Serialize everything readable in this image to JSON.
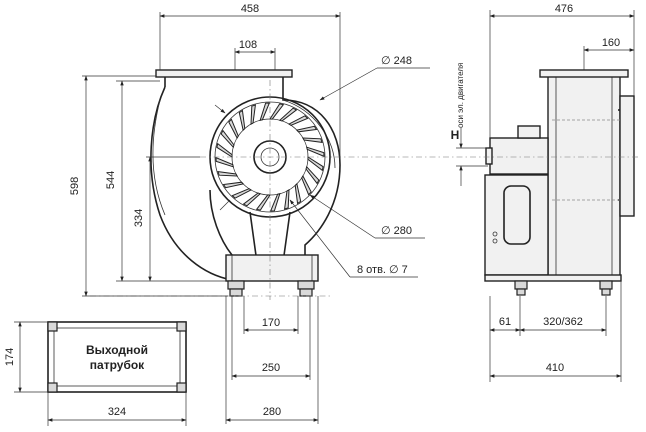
{
  "dimensions": {
    "front_width": "458",
    "inlet_width": "108",
    "diameter_248": "∅ 248",
    "overall_height": "598",
    "height_544": "544",
    "axis_height": "334",
    "diameter_280": "∅ 280",
    "holes": "8 отв. ∅ 7",
    "base_170": "170",
    "base_250": "250",
    "base_280": "280",
    "side_width": "476",
    "side_outlet": "160",
    "side_61": "61",
    "side_320": "320/362",
    "side_410": "410",
    "outlet_height": "174",
    "outlet_width": "324"
  },
  "labels": {
    "h_axis": "H",
    "h_axis_sub": "оси эл. двигателя",
    "outlet_title_1": "Выходной",
    "outlet_title_2": "патрубок"
  }
}
